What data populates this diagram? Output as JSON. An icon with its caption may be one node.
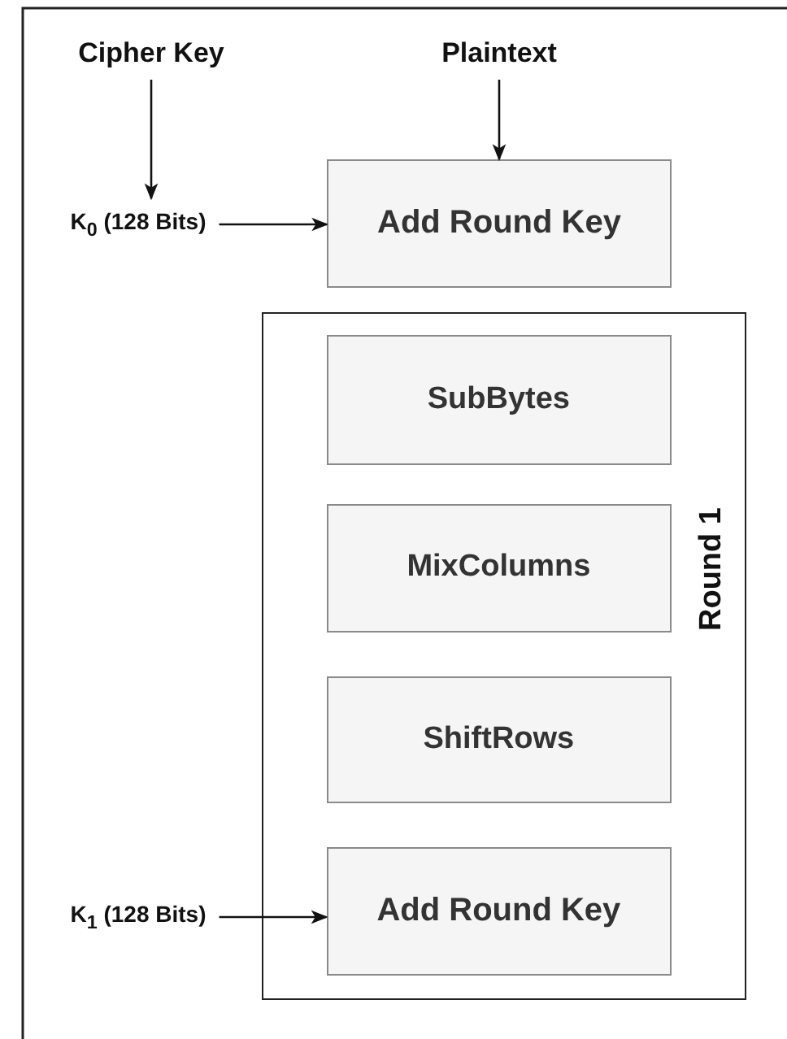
{
  "diagram": {
    "nodes": [
      {
        "text": [
          "Cipher Key"
        ]
      },
      {
        "text": [
          "Plaintext"
        ]
      },
      {
        "text": [
          "K$_{0}$ (128 Bits)"
        ]
      },
      {
        "text": [
          "Add Round Key"
        ]
      },
      {
        "text": [
          "Round 1"
        ]
      },
      {
        "text": [
          "SubBytes"
        ],
        "in": 4
      },
      {
        "text": [
          "MixColumns"
        ],
        "in": 4
      },
      {
        "text": [
          "ShiftRows"
        ],
        "in": 4
      },
      {
        "text": [
          "Add Round Key"
        ],
        "in": 4
      },
      {
        "text": [
          "K$_{1}$ (128 Bits)"
        ]
      }
    ],
    "edges": [
      {
        "from": 0,
        "to": 2,
        "arrow": "to"
      },
      {
        "from": 1,
        "to": 3,
        "arrow": "to"
      },
      {
        "from": 2,
        "to": 3,
        "arrow": "to"
      },
      {
        "from": 9,
        "to": 8,
        "arrow": "to"
      }
    ]
  }
}
